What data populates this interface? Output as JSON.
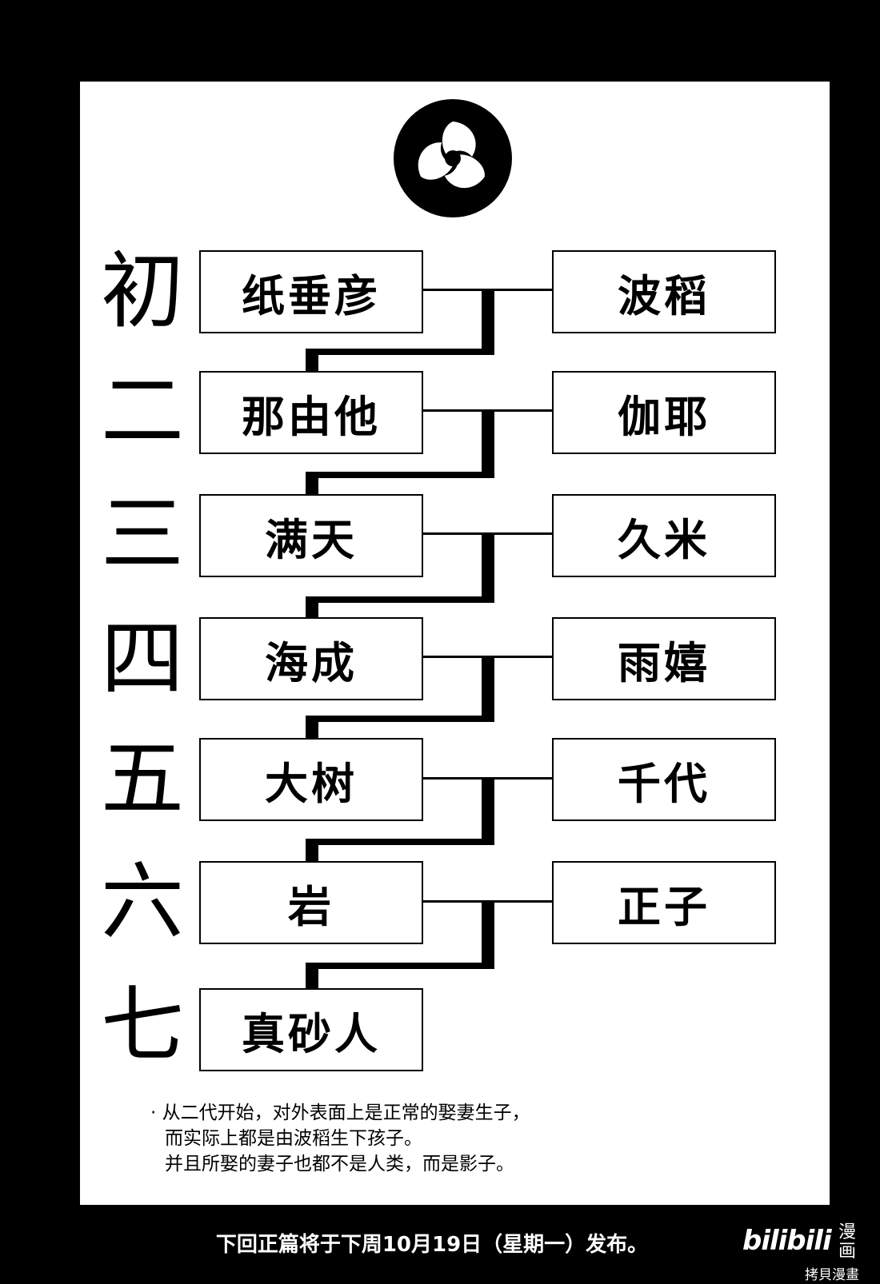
{
  "generations": [
    {
      "label": "初",
      "head": "纸垂彦",
      "wife": "波稻"
    },
    {
      "label": "二",
      "head": "那由他",
      "wife": "伽耶"
    },
    {
      "label": "三",
      "head": "满天",
      "wife": "久米"
    },
    {
      "label": "四",
      "head": "海成",
      "wife": "雨嬉"
    },
    {
      "label": "五",
      "head": "大树",
      "wife": "千代"
    },
    {
      "label": "六",
      "head": "岩",
      "wife": "正子"
    },
    {
      "label": "七",
      "head": "真砂人",
      "wife": ""
    }
  ],
  "note": {
    "bullet": "·",
    "line1": "从二代开始，对外表面上是正常的娶妻生子，",
    "line2": "而实际上都是由波稻生下孩子。",
    "line3": "并且所娶的妻子也都不是人类，而是影子。"
  },
  "footer": {
    "notice": "下回正篇将于下周10月19日（星期一）发布。"
  },
  "watermark": {
    "brand": "bilibili",
    "manhua": "漫画",
    "copy": "拷貝漫畫"
  },
  "colors": {
    "background": "#000000",
    "panel": "#ffffff",
    "ink": "#000000"
  },
  "icons": {
    "crest": "mitsudomoe-crest-icon"
  }
}
